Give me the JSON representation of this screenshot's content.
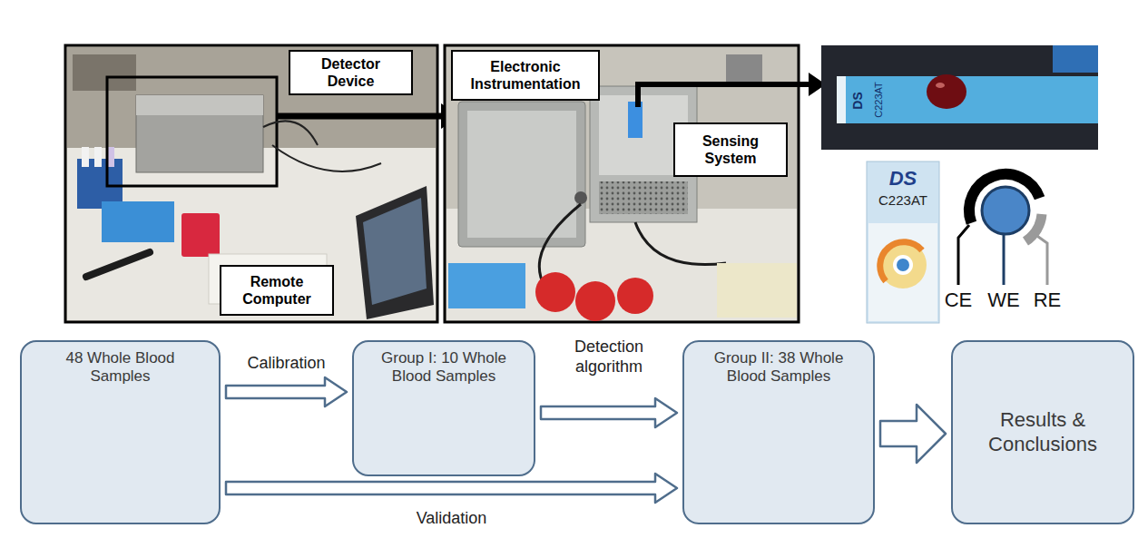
{
  "diagram": {
    "nodes": [
      {
        "text": [
          "Detector Device"
        ]
      },
      {
        "text": [
          "Remote Computer"
        ]
      },
      {
        "text": [
          "Electronic Instrumentation"
        ]
      },
      {
        "text": [
          "Sensing System"
        ]
      },
      {
        "text": [
          "48 Whole Blood Samples"
        ]
      },
      {
        "text": [
          "Group I: 10 Whole Blood Samples"
        ]
      },
      {
        "text": [
          "Group II: 38 Whole Blood Samples"
        ]
      },
      {
        "text": [
          "Results & Conclusions"
        ]
      }
    ],
    "edges": [
      {
        "from": 4,
        "to": 5,
        "arrow": "to",
        "label": "Calibration"
      },
      {
        "from": 5,
        "to": 6,
        "arrow": "to",
        "label": "Detection algorithm"
      },
      {
        "from": 4,
        "to": 6,
        "arrow": "to",
        "label": "Validation"
      },
      {
        "from": 6,
        "to": 7,
        "arrow": "to"
      }
    ],
    "labels": [
      "DS",
      "C223AT",
      "DS",
      "C223AT",
      "CE",
      "WE",
      "RE"
    ]
  }
}
